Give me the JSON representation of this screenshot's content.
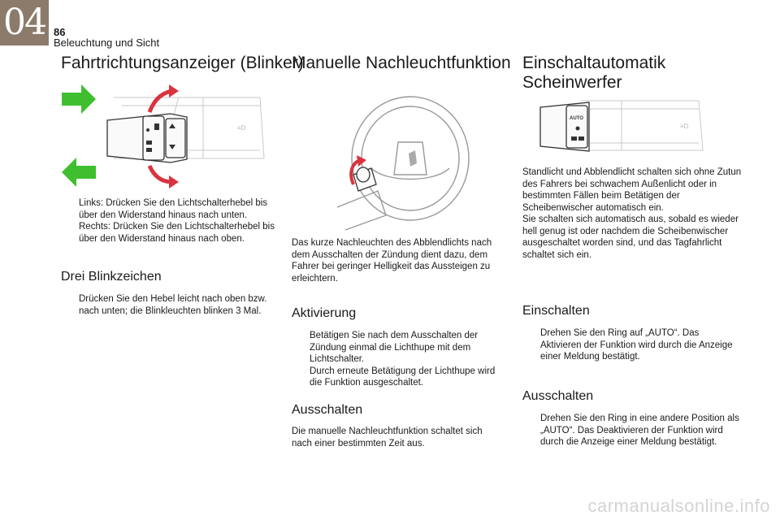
{
  "header": {
    "chapter": "04",
    "page_number": "86",
    "section": "Beleuchtung und Sicht"
  },
  "col1": {
    "title": "Fahrtrichtungsanzeiger (Blinker)",
    "bullets": [
      "Links: Drücken Sie den Lichtschalterhebel bis über den Widerstand hinaus nach unten.",
      "Rechts: Drücken Sie den Lichtschalterhebel bis über den Widerstand hinaus nach oben."
    ],
    "subheading": "Drei Blinkzeichen",
    "sub_bullets": [
      "Drücken Sie den Hebel leicht nach oben bzw. nach unten; die Blinkleuchten blinken 3 Mal."
    ]
  },
  "col2": {
    "title": "Manuelle Nachleuchtfunktion",
    "intro": "Das kurze Nachleuchten des Abblendlichts nach dem Ausschalten der Zündung dient dazu, dem Fahrer bei geringer Helligkeit das Aussteigen zu erleichtern.",
    "activation_heading": "Aktivierung",
    "activation_bullets": [
      "Betätigen Sie nach dem Ausschalten der Zündung einmal die Lichthupe mit dem Lichtschalter.",
      "Durch erneute Betätigung der Lichthupe wird die Funktion ausgeschaltet."
    ],
    "off_heading": "Ausschalten",
    "off_text": "Die manuelle Nachleuchtfunktion schaltet sich nach einer bestimmten Zeit aus."
  },
  "col3": {
    "title_line1": "Einschaltautomatik",
    "title_line2": "Scheinwerfer",
    "intro": "Standlicht und Abblendlicht schalten sich ohne Zutun des Fahrers bei schwachem Außenlicht oder in bestimmten Fällen beim Betätigen der Scheibenwischer automatisch ein.",
    "intro2": "Sie schalten sich automatisch aus, sobald es wieder hell genug ist oder nachdem die Scheibenwischer ausgeschaltet worden sind, und das Tagfahrlicht schaltet sich ein.",
    "on_heading": "Einschalten",
    "on_bullets": [
      "Drehen Sie den Ring auf „AUTO“. Das Aktivieren der Funktion wird durch die Anzeige einer Meldung bestätigt."
    ],
    "off_heading": "Ausschalten",
    "off_bullets": [
      "Drehen Sie den Ring in eine andere Position als „AUTO“. Das Deaktivieren der Funktion wird durch die Anzeige einer Meldung bestätigt."
    ],
    "auto_label": "AUTO"
  },
  "bullet_marker": "",
  "watermark": "carmanualsonline.info",
  "colors": {
    "chapter": "#8c7b6b",
    "arrow_green": "#3fbf2f",
    "arrow_red": "#d8343f"
  }
}
